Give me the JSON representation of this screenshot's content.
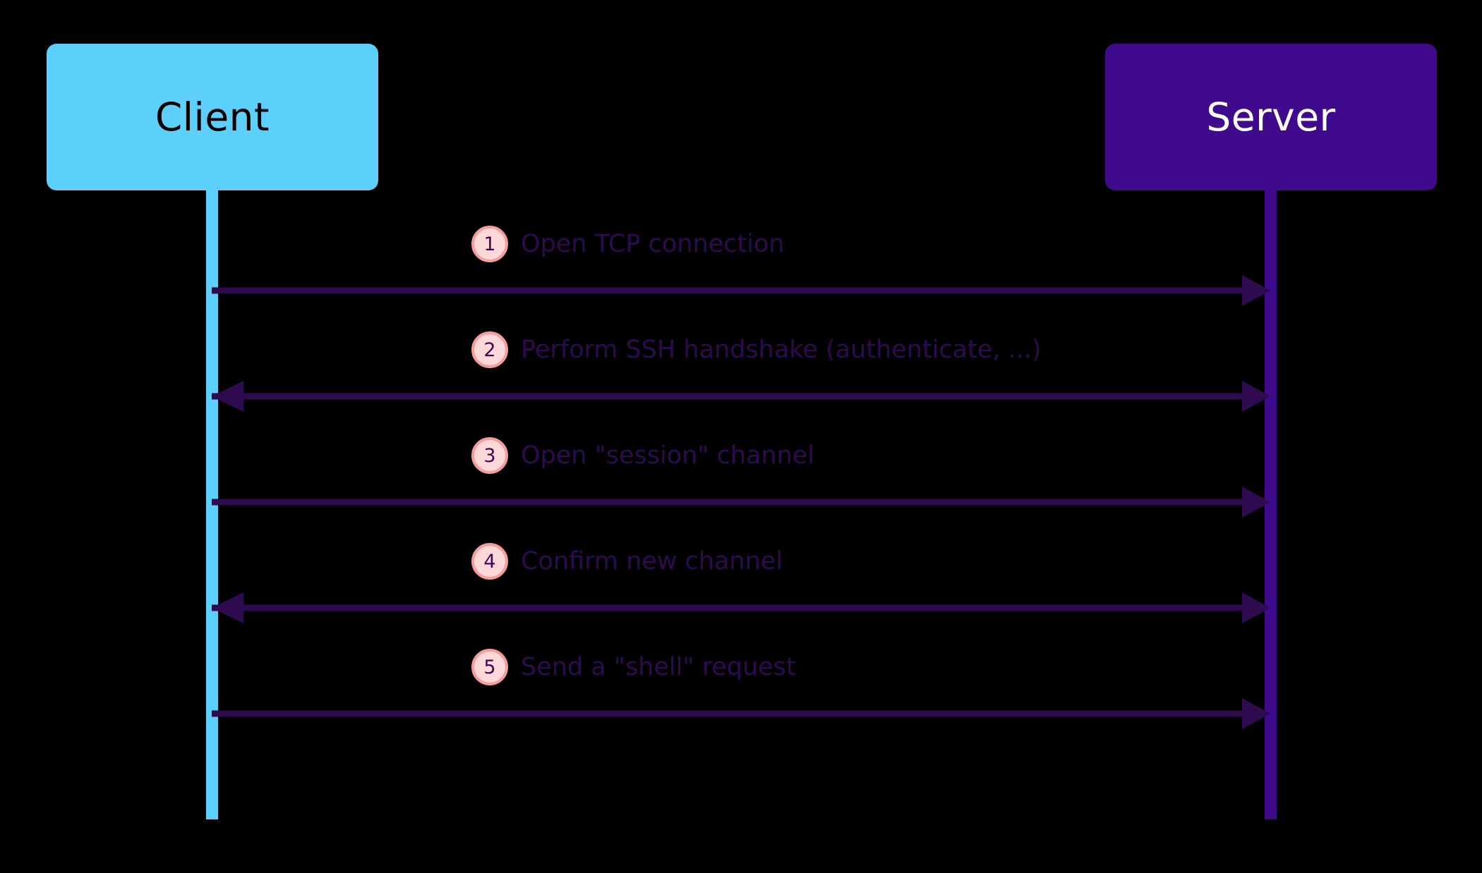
{
  "diagram": {
    "type": "sequence-diagram",
    "background_color": "#000000",
    "participants": [
      {
        "id": "client",
        "label": "Client",
        "box_color": "#5CCFFB",
        "text_color": "#000000",
        "lifeline_color": "#5CCFFB"
      },
      {
        "id": "server",
        "label": "Server",
        "box_color": "#400A8C",
        "text_color": "#FFFFFF",
        "lifeline_color": "#400A8C"
      }
    ],
    "message_style": {
      "line_color": "#2E0A4E",
      "text_color": "#2E0A4E",
      "badge_fill": "#FCD8D8",
      "badge_border": "#F79C9C",
      "badge_text_color": "#3B0B52"
    },
    "messages": [
      {
        "number": "1",
        "text": "Open TCP connection",
        "from": "client",
        "to": "server",
        "arrow_head_right": true,
        "arrow_head_left": false
      },
      {
        "number": "2",
        "text": "Perform SSH handshake (authenticate, ...)",
        "from": "client",
        "to": "server",
        "arrow_head_right": true,
        "arrow_head_left": true
      },
      {
        "number": "3",
        "text": "Open \"session\" channel",
        "from": "client",
        "to": "server",
        "arrow_head_right": true,
        "arrow_head_left": false
      },
      {
        "number": "4",
        "text": "Confirm new channel",
        "from": "server",
        "to": "client",
        "arrow_head_right": true,
        "arrow_head_left": true
      },
      {
        "number": "5",
        "text": "Send a \"shell\" request",
        "from": "client",
        "to": "server",
        "arrow_head_right": true,
        "arrow_head_left": false
      }
    ]
  }
}
